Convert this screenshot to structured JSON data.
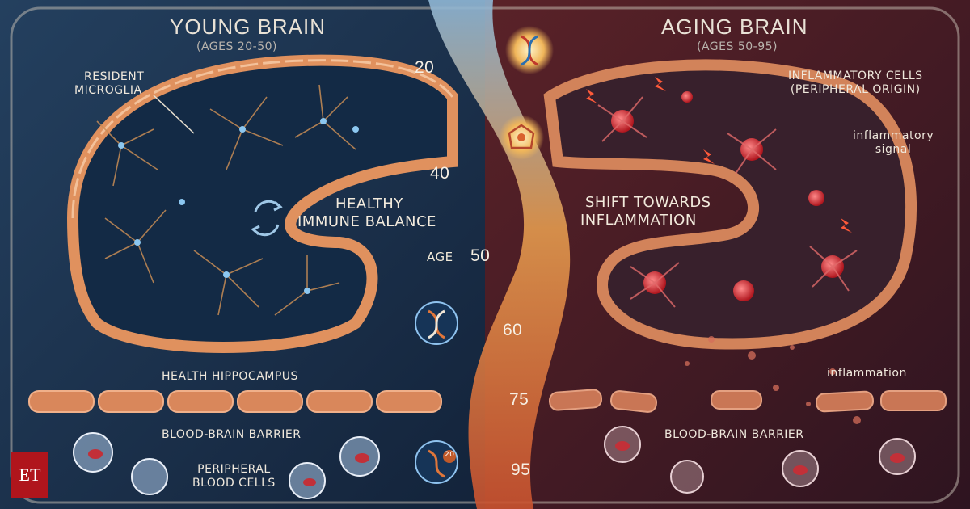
{
  "left": {
    "title": "YOUNG BRAIN",
    "subtitle": "(AGES 20-50)",
    "resident_microglia": [
      "RESIDENT",
      "MICROGLIA"
    ],
    "balance": [
      "HEALTHY",
      "IMMUNE BALANCE"
    ],
    "hippocampus": "HEALTH HIPPOCAMPUS",
    "barrier": "BLOOD-BRAIN BARRIER",
    "peripheral": [
      "PERIPHERAL",
      "BLOOD CELLS"
    ]
  },
  "right": {
    "title": "AGING BRAIN",
    "subtitle": "(AGES 50-95)",
    "inflammatory_cells": [
      "INFLAMMATORY CELLS",
      "(PERIPHERAL ORIGIN)"
    ],
    "signal": [
      "inflammatory",
      "signal"
    ],
    "shift": [
      "SHIFT TOWARDS",
      "INFLAMMATION"
    ],
    "inflammation": "inflammation",
    "barrier": "BLOOD-BRAIN BARRIER"
  },
  "age_scale": {
    "label": "AGE",
    "ticks": [
      "20",
      "40",
      "50",
      "60",
      "75",
      "95"
    ],
    "badge_text": "20"
  },
  "logo": "ET",
  "colors": {
    "left_bg": "#1d3350",
    "right_bg": "#4a1c22",
    "membrane": "#d98a5c",
    "microglia": "#7fb4e0",
    "inflamed_cell": "#d8323a",
    "accent_orange": "#e58a3a"
  },
  "icons": [
    "dna-icon",
    "molecule-icon",
    "cycle-arrows-icon"
  ]
}
